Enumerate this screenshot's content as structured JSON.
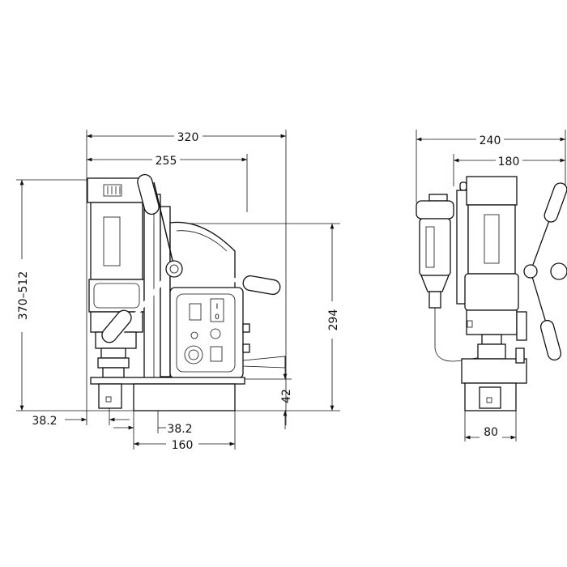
{
  "drawing": {
    "front_view": {
      "width_total": "320",
      "width_body": "255",
      "height_range": "370–512",
      "height_base": "294",
      "base_height": "42",
      "offset_left": "38.2",
      "offset_right": "38.2",
      "base_width": "160",
      "switch_on": "I",
      "switch_off": "0"
    },
    "side_view": {
      "width_total": "240",
      "width_body": "180",
      "base_width": "80"
    }
  }
}
